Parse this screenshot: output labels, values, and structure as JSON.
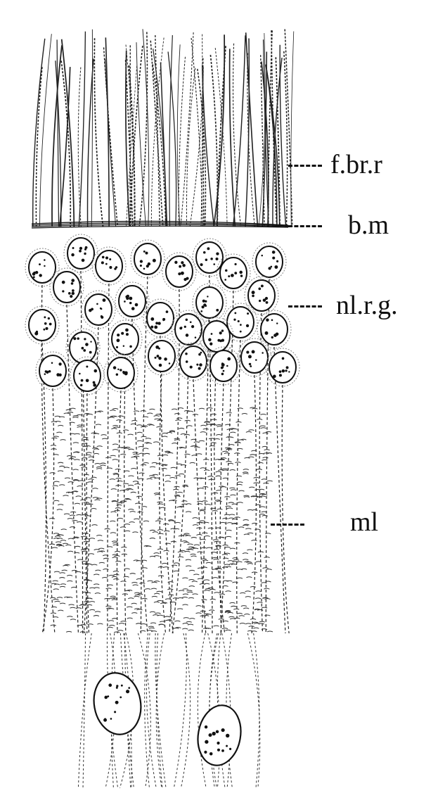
{
  "labels": {
    "fibers": "f.br.r",
    "basement_membrane": "b.m",
    "nuclear_layer": "nl.r.g.",
    "molecular_layer": "ml"
  }
}
